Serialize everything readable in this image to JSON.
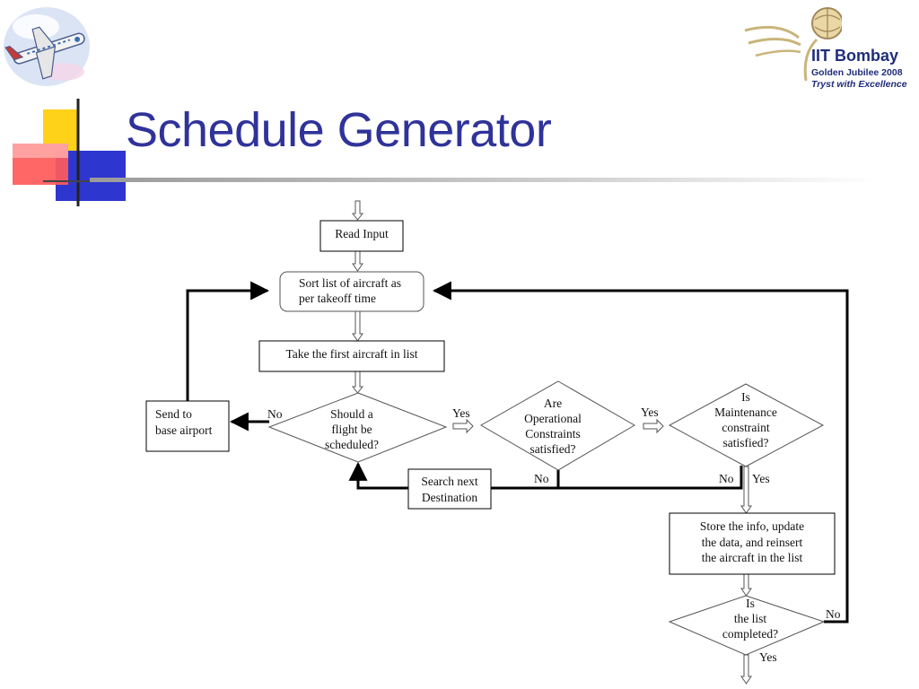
{
  "slide": {
    "title": "Schedule Generator",
    "title_color": "#2f3399"
  },
  "logo": {
    "name": "IIT Bombay",
    "line1": "Golden Jubilee 2008",
    "line2": "Tryst with Excellence",
    "text_color": "#1f2d7a"
  },
  "flowchart": {
    "nodes": {
      "read_input": [
        "Read Input"
      ],
      "sort_list": [
        "Sort list of aircraft as",
        "per takeoff time"
      ],
      "take_first": [
        "Take the first aircraft in list"
      ],
      "should_schedule": [
        "Should a",
        "flight be",
        "scheduled?"
      ],
      "operational": [
        "Are",
        "Operational",
        "Constraints",
        "satisfied?"
      ],
      "maintenance": [
        "Is",
        "Maintenance",
        "constraint",
        "satisfied?"
      ],
      "send_base": [
        "Send to",
        "base airport"
      ],
      "search_next": [
        "Search next",
        "Destination"
      ],
      "store_info": [
        "Store the info, update",
        "the data, and reinsert",
        "the aircraft in the list"
      ],
      "list_completed": [
        "Is",
        "the list",
        "completed?"
      ]
    },
    "edge_labels": {
      "no_send_base": "No",
      "yes_operational": "Yes",
      "yes_maintenance": "Yes",
      "no_operational": "No",
      "no_maintenance": "No",
      "yes_store": "Yes",
      "no_list": "No",
      "yes_end": "Yes"
    }
  }
}
